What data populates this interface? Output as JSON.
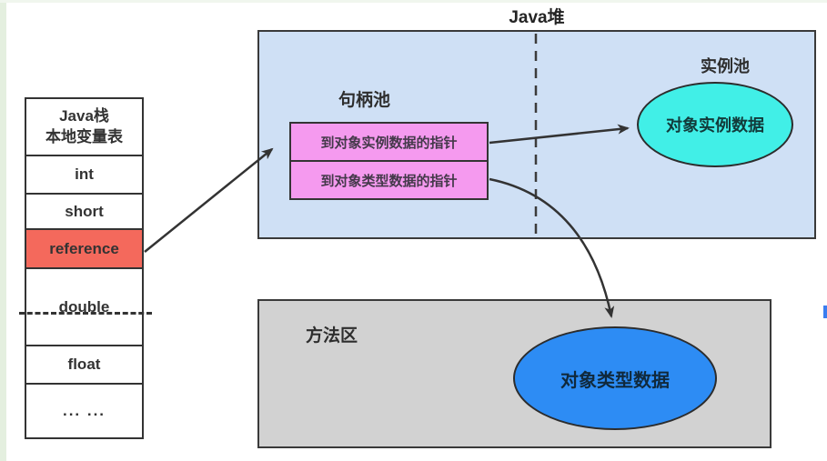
{
  "stack": {
    "title_line1": "Java栈",
    "title_line2": "本地变量表",
    "rows": [
      {
        "label": "int"
      },
      {
        "label": "short"
      },
      {
        "label": "reference",
        "highlighted": true
      },
      {
        "label": "double",
        "slot_split_dashed": true
      },
      {
        "label": "float"
      },
      {
        "label": "... ..."
      }
    ]
  },
  "heap": {
    "title": "Java堆",
    "handle_pool_label": "句柄池",
    "instance_pool_label": "实例池",
    "pointer_to_instance_data": "到对象实例数据的指针",
    "pointer_to_type_data": "到对象类型数据的指针",
    "instance_data_ellipse": "对象实例数据"
  },
  "method_area": {
    "label": "方法区",
    "type_data_ellipse": "对象类型数据"
  },
  "connections": [
    {
      "from": "reference-cell",
      "to": "handle-pool"
    },
    {
      "from": "pointer-to-instance-data",
      "to": "object-instance-data"
    },
    {
      "from": "pointer-to-type-data",
      "to": "object-type-data"
    }
  ],
  "colors": {
    "heap_fill": "#cfe0f5",
    "method_area_fill": "#d2d2d2",
    "pointer_box_fill": "#f59aef",
    "instance_ellipse_fill": "#41efe7",
    "type_ellipse_fill": "#2d8cf4",
    "reference_cell_fill": "#f4695c",
    "line_color": "#333333"
  }
}
